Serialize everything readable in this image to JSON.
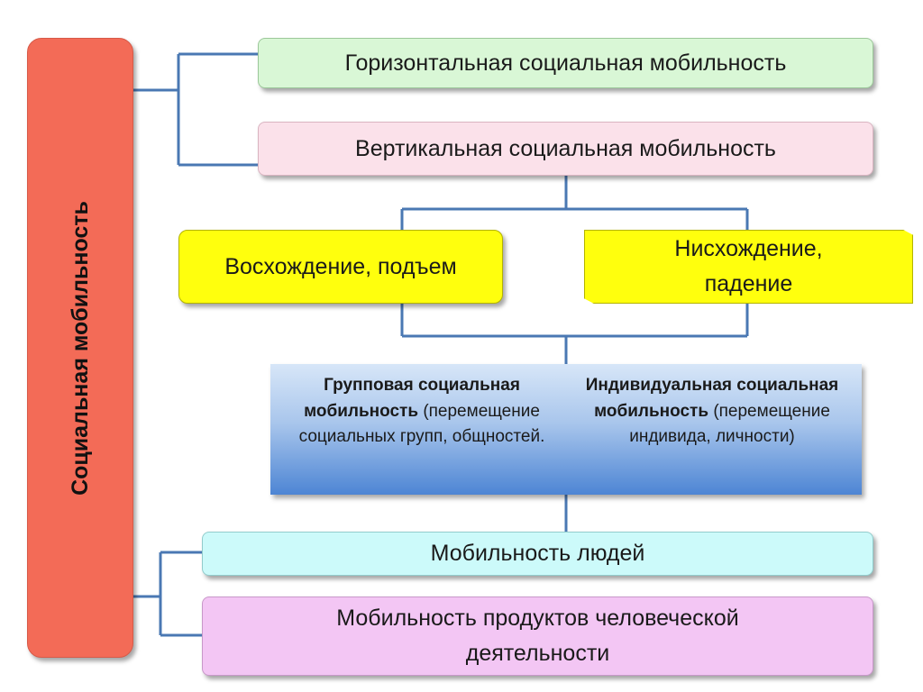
{
  "side_label": "Социальная мобильность",
  "horizontal": "Горизонтальная социальная мобильность",
  "vertical": "Вертикальная социальная мобильность",
  "ascent": "Восхождение, подъем",
  "descent_line1": "Нисхождение,",
  "descent_line2": "падение",
  "group": {
    "title": "Групповая социальная мобильность",
    "desc": "(перемещение социальных групп, общностей."
  },
  "individual": {
    "title": "Индивидуальная социальная мобильность",
    "desc": "(перемещение индивида, личности)"
  },
  "people": "Мобильность людей",
  "products": "Мобильность продуктов человеческой деятельности",
  "colors": {
    "side": "#f36b57",
    "horizontal": "#d9f7d6",
    "vertical": "#fbe1ea",
    "yellow": "#ffff0d",
    "blue_gradient_bottom": "#4d85d4",
    "people": "#ccfafa",
    "products": "#f3c6f4",
    "connector": "#4a78b3"
  }
}
